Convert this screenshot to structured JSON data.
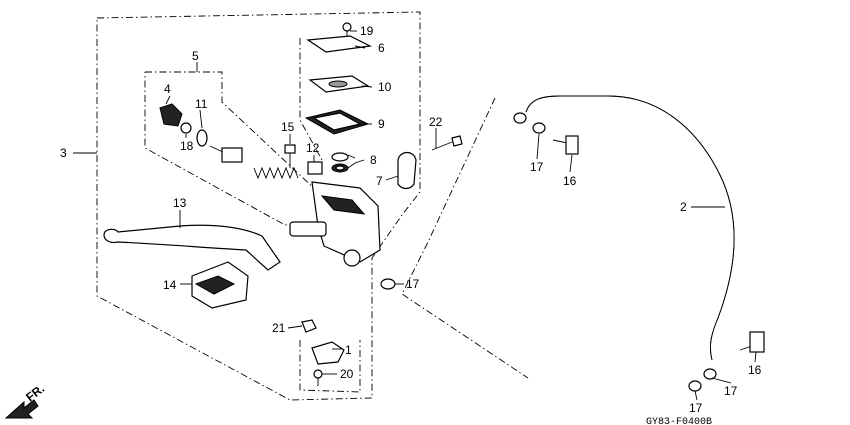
{
  "diagram": {
    "code": "GY83-F0400B",
    "direction": "FR.",
    "callouts": [
      {
        "id": "c1",
        "text": "1"
      },
      {
        "id": "c2",
        "text": "2"
      },
      {
        "id": "c3",
        "text": "3"
      },
      {
        "id": "c4",
        "text": "4"
      },
      {
        "id": "c5",
        "text": "5"
      },
      {
        "id": "c6",
        "text": "6"
      },
      {
        "id": "c7",
        "text": "7"
      },
      {
        "id": "c8",
        "text": "8"
      },
      {
        "id": "c9",
        "text": "9"
      },
      {
        "id": "c10",
        "text": "10"
      },
      {
        "id": "c11",
        "text": "11"
      },
      {
        "id": "c12",
        "text": "12"
      },
      {
        "id": "c13",
        "text": "13"
      },
      {
        "id": "c14",
        "text": "14"
      },
      {
        "id": "c15",
        "text": "15"
      },
      {
        "id": "c16a",
        "text": "16"
      },
      {
        "id": "c16b",
        "text": "16"
      },
      {
        "id": "c17a",
        "text": "17"
      },
      {
        "id": "c17b",
        "text": "17"
      },
      {
        "id": "c17c",
        "text": "17"
      },
      {
        "id": "c17d",
        "text": "17"
      },
      {
        "id": "c18",
        "text": "18"
      },
      {
        "id": "c19",
        "text": "19"
      },
      {
        "id": "c20",
        "text": "20"
      },
      {
        "id": "c21",
        "text": "21"
      },
      {
        "id": "c22",
        "text": "22"
      }
    ]
  }
}
